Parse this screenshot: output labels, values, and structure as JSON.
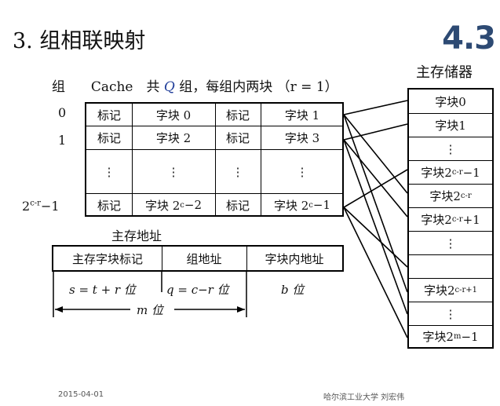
{
  "title": "3. 组相联映射",
  "section_number": "4.3",
  "main_memory_label": "主存储器",
  "cache": {
    "group_header": "组",
    "header_prefix": "Cache　共",
    "header_q": "Q",
    "header_mid": "组，每组内两块",
    "header_paren": "（r = 1）",
    "group_numbers": [
      "0",
      "1",
      "2",
      "−1"
    ],
    "group_last_exp": "c-r",
    "tag_label": "标记",
    "rows": [
      [
        "标记",
        "字块 0",
        "标记",
        "字块 1"
      ],
      [
        "标记",
        "字块 2",
        "标记",
        "字块 3"
      ],
      [
        "⋮",
        "⋮",
        "⋮",
        "⋮"
      ],
      [
        "标记",
        "字块 2",
        "标记",
        "字块 2"
      ]
    ],
    "row4_block_a_suffix": "−2",
    "row4_block_b_suffix": "−1",
    "row4_exp": "c"
  },
  "address": {
    "title": "主存地址",
    "fields": [
      "主存字块标记",
      "组地址",
      "字块内地址"
    ],
    "bits": [
      "s = t + r  位",
      "q = c−r  位",
      "b 位"
    ],
    "total": "m 位"
  },
  "memory_blocks": [
    {
      "text": "字块0",
      "sup": ""
    },
    {
      "text": "字块1",
      "sup": ""
    },
    {
      "text": "⋮",
      "sup": ""
    },
    {
      "text": "字块2",
      "sup": "c-r",
      "suffix": "−1"
    },
    {
      "text": "字块2",
      "sup": "c-r",
      "suffix": ""
    },
    {
      "text": "字块2",
      "sup": "c-r",
      "suffix": "+1"
    },
    {
      "text": "⋮",
      "sup": ""
    },
    {
      "text": "",
      "sup": ""
    },
    {
      "text": "字块2",
      "sup": "c-r+1",
      "suffix": ""
    },
    {
      "text": "⋮",
      "sup": ""
    },
    {
      "text": "字块2",
      "sup": "m",
      "suffix": "−1"
    }
  ],
  "footer": {
    "date": "2015-04-01",
    "author": "哈尔滨工业大学  刘宏伟"
  }
}
